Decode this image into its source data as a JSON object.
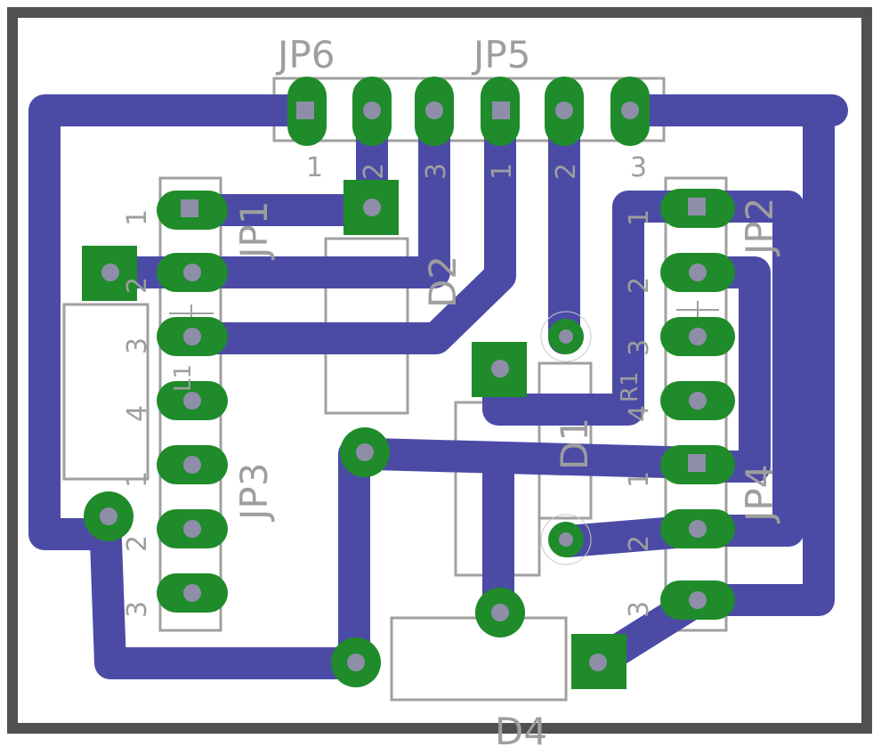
{
  "colors": {
    "board_edge": "#505050",
    "track": "#4b4ba6",
    "pad": "#1f8b2a",
    "silkscreen": "#a0a0a0"
  },
  "labels": {
    "jp6": "JP6",
    "jp5": "JP5",
    "jp1": "JP1",
    "jp2": "JP2",
    "jp3": "JP3",
    "jp4": "JP4",
    "d1": "D1",
    "d2": "D2",
    "d4": "D4",
    "r1": "R1",
    "l1": "L1"
  },
  "pin_numbers": {
    "jp6": [
      "1",
      "2",
      "3"
    ],
    "jp5": [
      "1",
      "2",
      "3"
    ],
    "left_header": [
      "1",
      "2",
      "3",
      "4",
      "1",
      "2",
      "3"
    ],
    "right_header": [
      "1",
      "2",
      "3",
      "4",
      "1",
      "2",
      "3"
    ]
  }
}
